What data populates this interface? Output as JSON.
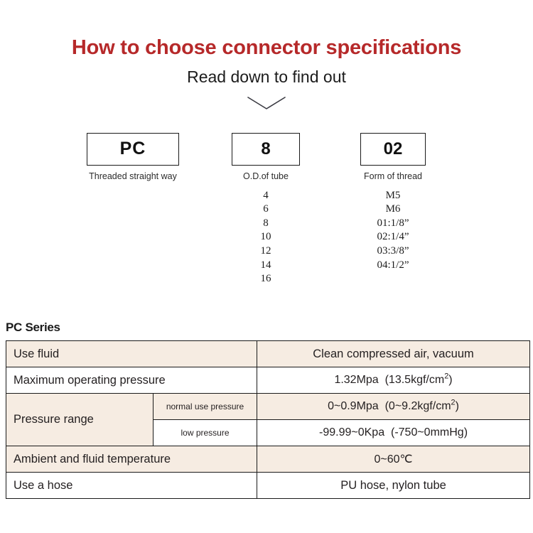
{
  "header": {
    "title": "How to choose connector specifications",
    "subtitle": "Read down to find out",
    "chevron_icon": "chevron-down-icon"
  },
  "selector": {
    "columns": [
      {
        "id": "series",
        "code": "PC",
        "caption": "Threaded straight way",
        "options": []
      },
      {
        "id": "od",
        "code": "8",
        "caption": "O.D.of tube",
        "options": [
          "4",
          "6",
          "8",
          "10",
          "12",
          "14",
          "16"
        ]
      },
      {
        "id": "thread",
        "code": "02",
        "caption": "Form of thread",
        "options": [
          "M5",
          "M6",
          "01:1/8”",
          "02:1/4”",
          "03:3/8”",
          "04:1/2”"
        ]
      }
    ]
  },
  "spec": {
    "series_title": "PC Series",
    "rows": [
      {
        "label": "Use fluid",
        "value": "Clean compressed air, vacuum"
      },
      {
        "label": "Maximum operating pressure",
        "value": "1.32Mpa  (13.5kgf/cm2)"
      },
      {
        "label": "Pressure range",
        "sub_rows": [
          {
            "sub_label": "normal use pressure",
            "value": "0~0.9Mpa  (0~9.2kgf/cm2)"
          },
          {
            "sub_label": "low pressure",
            "value": "-99.99~0Kpa  (-750~0mmHg)"
          }
        ]
      },
      {
        "label": "Ambient and fluid temperature",
        "value": "0~60℃"
      },
      {
        "label": "Use a hose",
        "value": "PU hose, nylon tube"
      }
    ]
  },
  "colors": {
    "title_red": "#b6292a",
    "table_beige": "#f6ece2",
    "border": "#1a1a1a",
    "text": "#231f20"
  }
}
